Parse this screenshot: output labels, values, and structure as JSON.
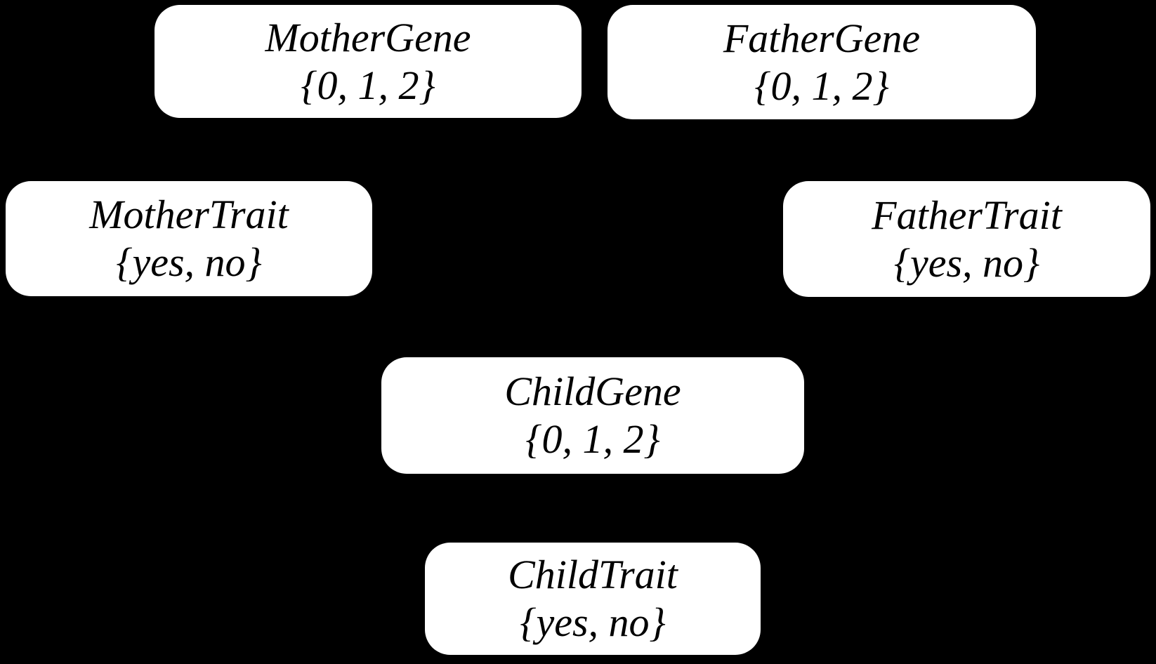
{
  "diagram": {
    "type": "bayesian-network",
    "background_color": "#000000",
    "node_fill_color": "#ffffff",
    "node_text_color": "#000000",
    "visible_edges": [],
    "nodes": [
      {
        "id": "mother-gene",
        "label": "MotherGene",
        "domain": "{0, 1, 2}"
      },
      {
        "id": "father-gene",
        "label": "FatherGene",
        "domain": "{0, 1, 2}"
      },
      {
        "id": "mother-trait",
        "label": "MotherTrait",
        "domain": "{yes, no}"
      },
      {
        "id": "father-trait",
        "label": "FatherTrait",
        "domain": "{yes, no}"
      },
      {
        "id": "child-gene",
        "label": "ChildGene",
        "domain": "{0, 1, 2}"
      },
      {
        "id": "child-trait",
        "label": "ChildTrait",
        "domain": "{yes, no}"
      }
    ]
  }
}
